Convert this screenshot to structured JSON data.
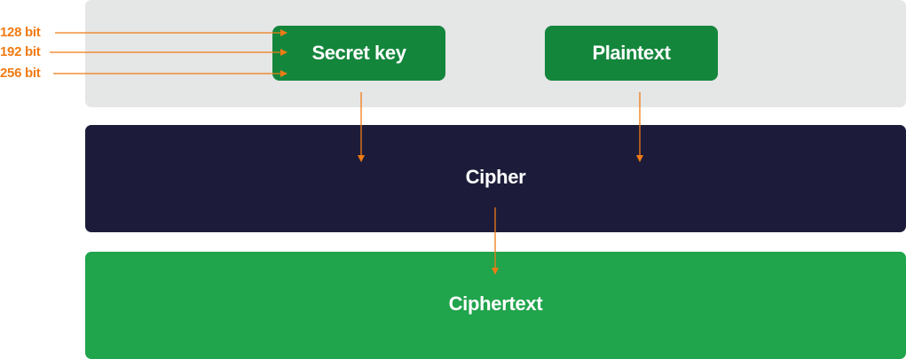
{
  "colors": {
    "input_band": "#e5e6e6",
    "pill": "#14863c",
    "cipher_band": "#1c1c3a",
    "output_band": "#20a44c",
    "arrow": "#f07b14",
    "label_text": "#ffffff"
  },
  "key_sizes": [
    "128 bit",
    "192 bit",
    "256 bit"
  ],
  "inputs": {
    "secret_key": "Secret key",
    "plaintext": "Plaintext"
  },
  "cipher": {
    "label": "Cipher"
  },
  "output": {
    "label": "Ciphertext"
  }
}
